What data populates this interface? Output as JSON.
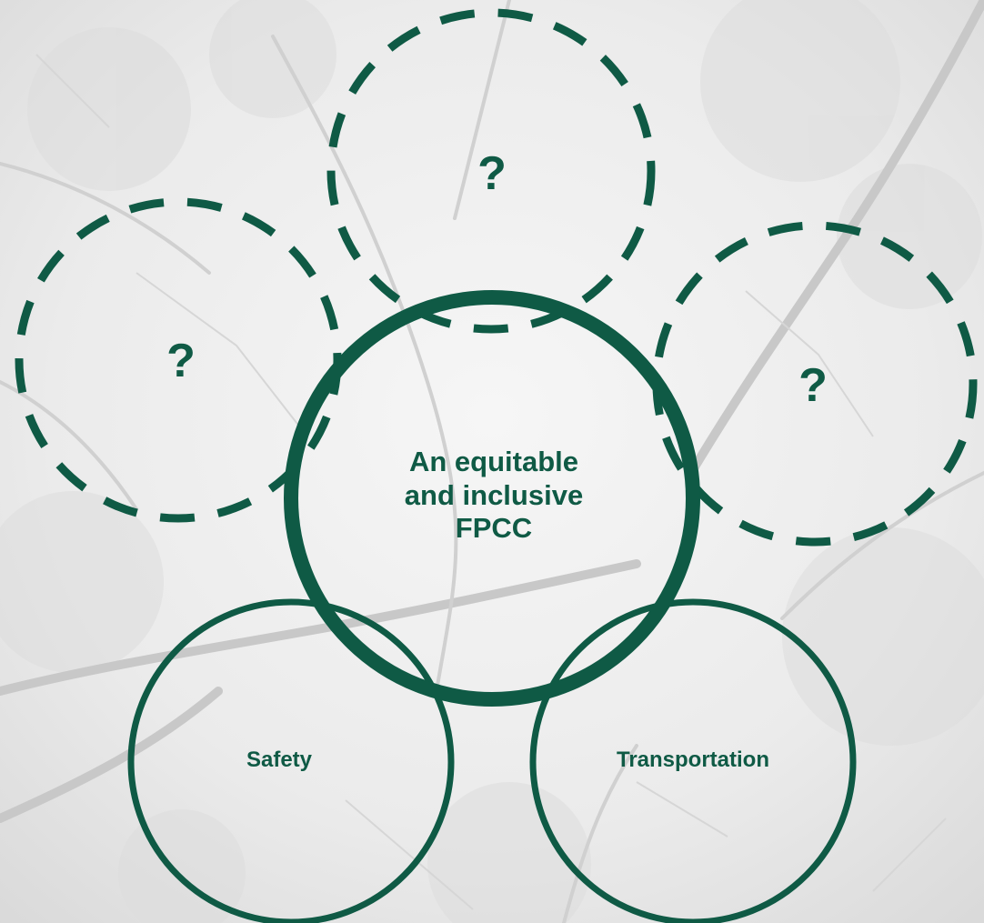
{
  "colors": {
    "accent": "#0f5a45",
    "background": "#ececec"
  },
  "diagram": {
    "center": {
      "label": "An equitable\nand inclusive\nFPCC"
    },
    "solid_circles": [
      {
        "label": "Safety"
      },
      {
        "label": "Transportation"
      }
    ],
    "dashed_circles": [
      {
        "label": "?"
      },
      {
        "label": "?"
      },
      {
        "label": "?"
      }
    ]
  }
}
